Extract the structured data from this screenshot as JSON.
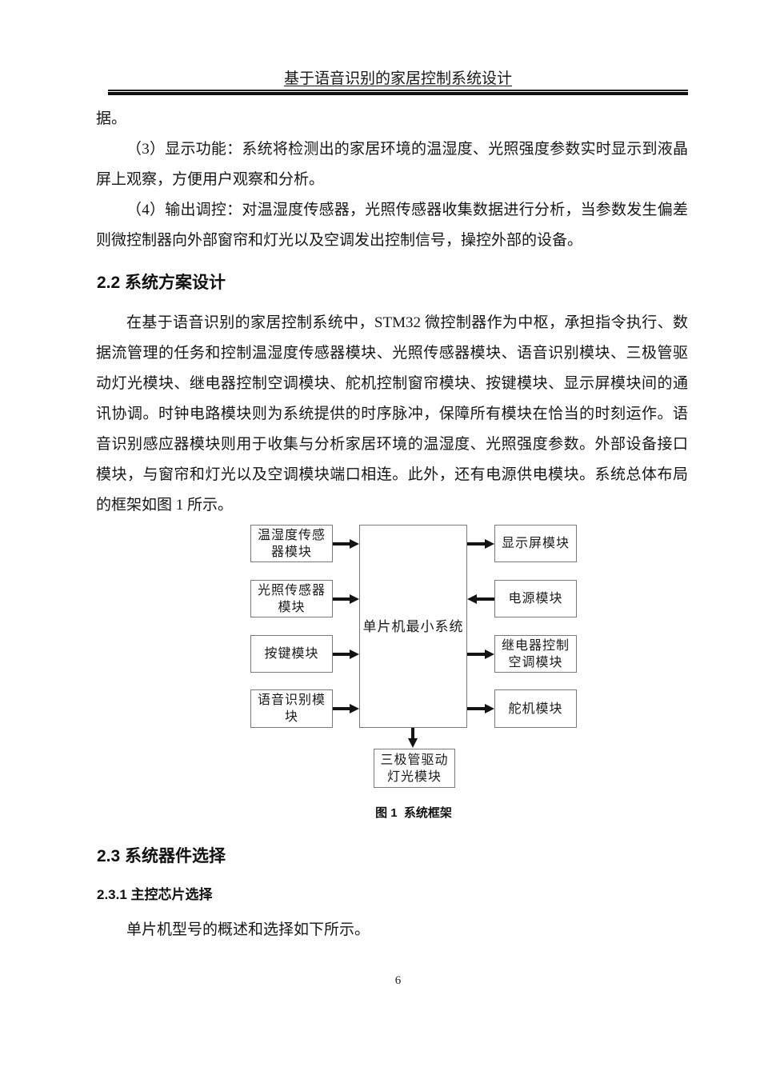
{
  "header": {
    "title": "基于语音识别的家居控制系统设计"
  },
  "body": {
    "carryover": "据。",
    "para_display": "（3）显示功能：系统将检测出的家居环境的温湿度、光照强度参数实时显示到液晶屏上观察，方便用户观察和分析。",
    "para_output": "（4）输出调控：对温湿度传感器，光照传感器收集数据进行分析，当参数发生偏差则微控制器向外部窗帘和灯光以及空调发出控制信号，操控外部的设备。",
    "section_2_2": {
      "heading": "2.2 系统方案设计",
      "paragraph": "在基于语音识别的家居控制系统中，STM32 微控制器作为中枢，承担指令执行、数据流管理的任务和控制温湿度传感器模块、光照传感器模块、语音识别模块、三极管驱动灯光模块、继电器控制空调模块、舵机控制窗帘模块、按键模块、显示屏模块间的通讯协调。时钟电路模块则为系统提供的时序脉冲，保障所有模块在恰当的时刻运作。语音识别感应器模块则用于收集与分析家居环境的温湿度、光照强度参数。外部设备接口模块，与窗帘和灯光以及空调模块端口相连。此外，还有电源供电模块。系统总体布局的框架如图 1 所示。"
    },
    "section_2_3": {
      "heading": "2.3 系统器件选择"
    },
    "section_2_3_1": {
      "heading": "2.3.1 主控芯片选择",
      "paragraph": "单片机型号的概述和选择如下所示。"
    }
  },
  "figure": {
    "caption": "图 1  系统框架",
    "boxes": {
      "temp_humidity": "温湿度传感器模块",
      "light_sensor": "光照传感器模块",
      "keypad": "按键模块",
      "voice": "语音识别模块",
      "mcu": "单片机最小系统",
      "display": "显示屏模块",
      "power": "电源模块",
      "relay_ac": "继电器控制空调模块",
      "servo": "舵机模块",
      "transistor_light": "三极管驱动灯光模块"
    },
    "connections": [
      {
        "from": "温湿度传感器模块",
        "to": "单片机最小系统"
      },
      {
        "from": "光照传感器模块",
        "to": "单片机最小系统"
      },
      {
        "from": "按键模块",
        "to": "单片机最小系统"
      },
      {
        "from": "语音识别模块",
        "to": "单片机最小系统"
      },
      {
        "from": "单片机最小系统",
        "to": "显示屏模块"
      },
      {
        "from": "电源模块",
        "to": "单片机最小系统"
      },
      {
        "from": "单片机最小系统",
        "to": "继电器控制空调模块"
      },
      {
        "from": "单片机最小系统",
        "to": "舵机模块"
      },
      {
        "from": "单片机最小系统",
        "to": "三极管驱动灯光模块"
      }
    ]
  },
  "footer": {
    "page_number": "6"
  },
  "theme": {
    "text_color": "#141414",
    "box_border_color": "#7a7a7a",
    "rule_color": "#111111",
    "background": "#ffffff"
  }
}
